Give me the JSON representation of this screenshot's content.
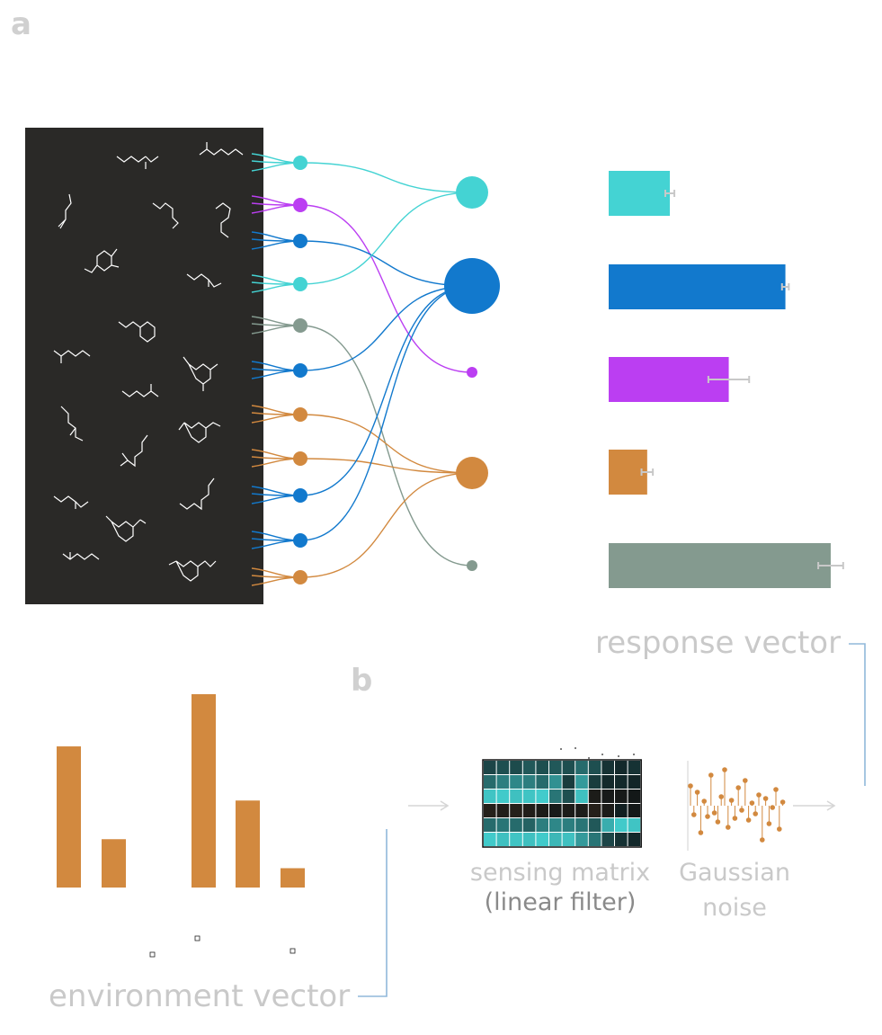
{
  "panel_a": {
    "label": "a",
    "receptor_colors": [
      "#44d3d3",
      "#bb3ef2",
      "#1279cd",
      "#44d3d3",
      "#849a8f",
      "#1279cd",
      "#d2893f",
      "#d2893f",
      "#1279cd",
      "#1279cd",
      "#d2893f"
    ],
    "glomeruli": [
      {
        "color": "#44d3d3",
        "size": "medium"
      },
      {
        "color": "#1279cd",
        "size": "large"
      },
      {
        "color": "#bb3ef2",
        "size": "small"
      },
      {
        "color": "#d2893f",
        "size": "medium"
      },
      {
        "color": "#849a8f",
        "size": "small"
      }
    ],
    "response_vector": {
      "label": "response vector",
      "values": [
        0.27,
        0.78,
        0.53,
        0.17,
        0.98
      ],
      "errors": [
        0.02,
        0.015,
        0.09,
        0.025,
        0.055
      ],
      "colors": [
        "#44d3d3",
        "#1279cd",
        "#bb3ef2",
        "#d2893f",
        "#849a8f"
      ]
    }
  },
  "panel_b": {
    "label": "b",
    "environment_vector": {
      "label": "environment vector",
      "values": [
        0.73,
        0.25,
        0,
        1.0,
        0.45,
        0.1
      ],
      "color": "#d2893f"
    },
    "sensing_matrix": {
      "label_line1": "sensing matrix",
      "label_line2": "(linear filter)"
    },
    "noise": {
      "label_line1": "Gaussian",
      "label_line2": "noise"
    }
  },
  "colors": {
    "odor_panel_bg": "#2a2927",
    "caption": "#c9c9c9",
    "dark_caption": "#8a8a8a",
    "connector": "#90b8da",
    "orange": "#d2893f"
  }
}
